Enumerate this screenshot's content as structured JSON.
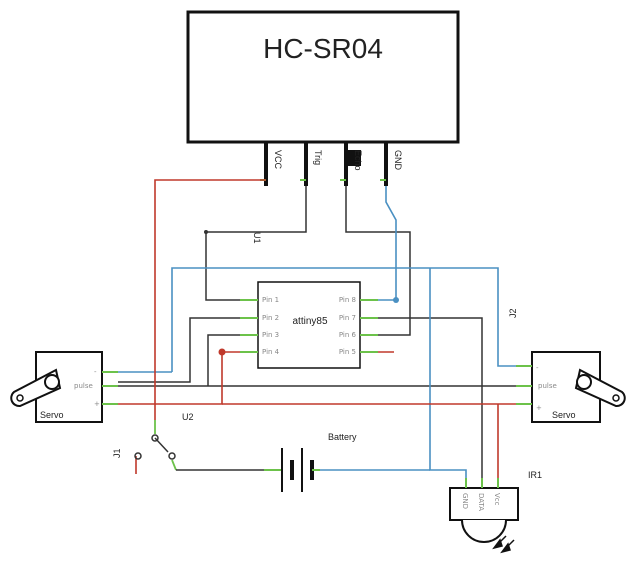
{
  "module": {
    "title": "HC-SR04",
    "pins": [
      "VCC",
      "Trig",
      "Echo",
      "GND"
    ]
  },
  "labels": {
    "u1": "U1",
    "u2": "U2",
    "j1": "J1",
    "j2": "J2",
    "battery": "Battery",
    "ir1": "IR1"
  },
  "chip": {
    "name": "attiny85",
    "left_pins": [
      "Pin 1",
      "Pin 2",
      "Pin 3",
      "Pin 4"
    ],
    "right_pins": [
      "Pin 8",
      "Pin 7",
      "Pin 6",
      "Pin 5"
    ]
  },
  "servo_left": {
    "name": "Servo",
    "signal": "pulse",
    "plus": "+",
    "minus": "-"
  },
  "servo_right": {
    "name": "Servo",
    "signal": "pulse",
    "plus": "+",
    "minus": "-"
  },
  "ir_pins": [
    "GND",
    "DATA",
    "Vcc"
  ],
  "colors": {
    "black_wire": "#333333",
    "red_wire": "#c0392b",
    "blue_wire": "#4a90c2",
    "green_lead": "#6cc24a",
    "outline": "#111111"
  }
}
